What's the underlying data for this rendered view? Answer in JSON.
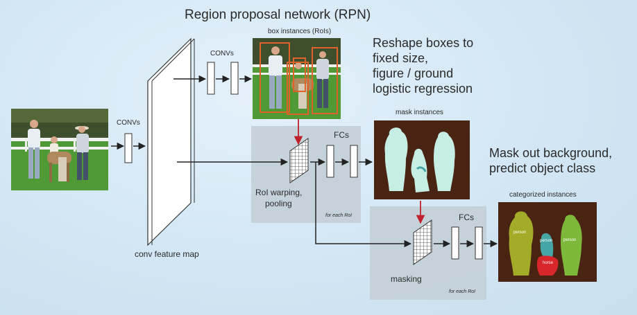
{
  "labels": {
    "title": "Region proposal network (RPN)",
    "box_instances": "box instances (RoIs)",
    "convs_top": "CONVs",
    "convs_left": "CONVs",
    "reshape_line1": "Reshape boxes to",
    "reshape_line2": "fixed size,",
    "reshape_line3": "figure / ground",
    "reshape_line4": "logistic regression",
    "mask_instances": "mask instances",
    "fcs_1": "FCs",
    "fcs_2": "FCs",
    "roi_line1": "RoI warping,",
    "roi_line2": "pooling",
    "for_each_roi_1": "for each RoI",
    "for_each_roi_2": "for each RoI",
    "mask_out_line1": "Mask out background,",
    "mask_out_line2": "predict object class",
    "categorized_instances": "categorized instances",
    "conv_feature_map": "conv feature map",
    "masking": "masking",
    "cat_person_1": "person",
    "cat_person_2": "person",
    "cat_person_3": "person",
    "cat_horse": "horse"
  },
  "colors": {
    "background": "#d5e8f5",
    "region_box": "#c3cfd6",
    "arrow": "#222222",
    "roi_arrow": "#c0202a",
    "roi_box": "#e0642a",
    "mask_bg": "#4a2412",
    "mask_fg": "#c7eee4",
    "cat_green": "#7eb83a",
    "cat_red": "#d8262a",
    "cat_teal": "#46a6a6",
    "cat_olive": "#a3ac28"
  }
}
